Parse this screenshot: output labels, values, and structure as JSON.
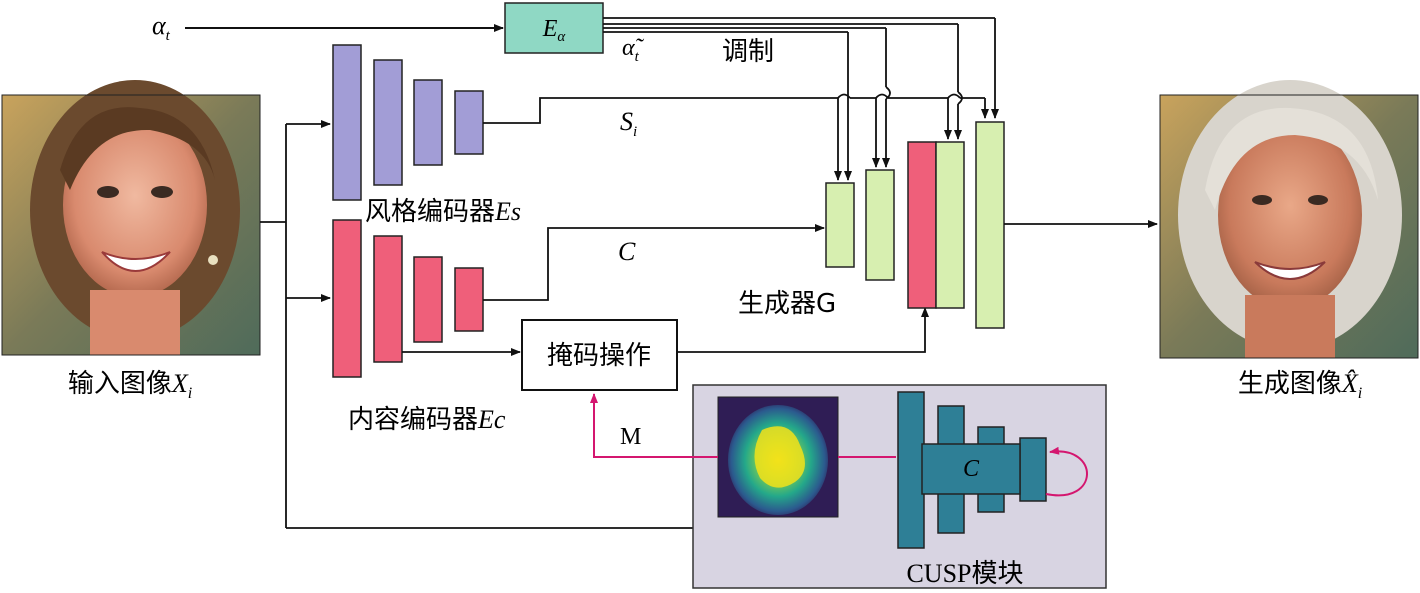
{
  "labels": {
    "alpha_input": "α",
    "alpha_input_sub": "t",
    "encoder_alpha": "E",
    "encoder_alpha_sub": "α",
    "alpha_tilde": "α̃",
    "alpha_tilde_sub": "t",
    "modulation": "调制",
    "style_code": "S",
    "style_code_sub": "i",
    "style_encoder_cn": "风格编码器",
    "style_encoder_var": "Es",
    "content_code": "C",
    "content_encoder_cn": "内容编码器",
    "content_encoder_var": "Ec",
    "generator": "生成器G",
    "mask_op": "掩码操作",
    "mask": "M",
    "cusp_c": "C",
    "cusp_module": "CUSP模块",
    "input_cn": "输入图像",
    "input_var": "X",
    "input_sub": "i",
    "output_cn": "生成图像",
    "output_var": "X̂",
    "output_sub": "i"
  },
  "colors": {
    "style_encoder": "#a29dd6",
    "content_encoder": "#ef5f7a",
    "encoder_alpha": "#8fd8c4",
    "generator": "#d7efb0",
    "cusp_network": "#2e7f96",
    "cusp_panel": "#d8d4e2",
    "mask_arrow": "#d4166f"
  }
}
